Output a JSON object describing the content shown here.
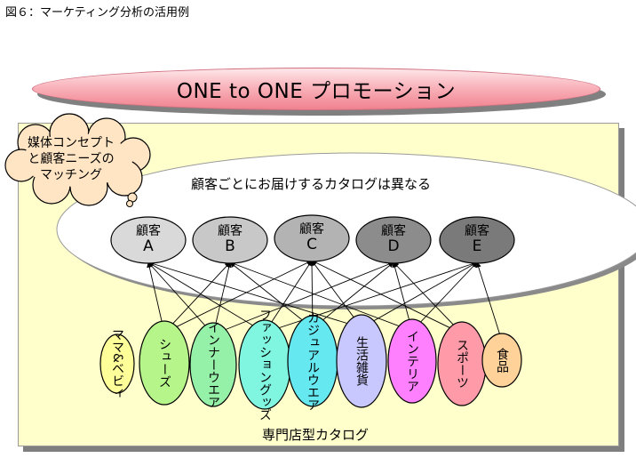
{
  "figure_title": "図６：マーケティング分析の活用例",
  "banner": "ONE to ONE プロモーション",
  "cloud": {
    "lines": [
      "媒体コンセプト",
      "と顧客ニーズの",
      "マッチング"
    ]
  },
  "oval_caption": "顧客ごとにお届けするカタログは異なる",
  "customers": [
    {
      "label": "顧客",
      "letter": "A"
    },
    {
      "label": "顧客",
      "letter": "B"
    },
    {
      "label": "顧客",
      "letter": "C"
    },
    {
      "label": "顧客",
      "letter": "D"
    },
    {
      "label": "顧客",
      "letter": "E"
    }
  ],
  "categories": [
    {
      "lines": [
        "ママ&",
        "ベビィ"
      ]
    },
    {
      "lines": [
        "シューズ"
      ]
    },
    {
      "lines": [
        "インナー",
        "ウエア"
      ]
    },
    {
      "lines": [
        "ファッション",
        "グッズ"
      ]
    },
    {
      "lines": [
        "カジュアル",
        "ウエア"
      ]
    },
    {
      "lines": [
        "生活雑貨"
      ]
    },
    {
      "lines": [
        "インテリア"
      ]
    },
    {
      "lines": [
        "スポーツ"
      ]
    },
    {
      "lines": [
        "食品"
      ]
    }
  ],
  "footer_caption": "専門店型カタログ",
  "colors": {
    "customer_fills": [
      "#d9d9d9",
      "#c8c8c8",
      "#b3b3b3",
      "#8c8c8c",
      "#7a7a7a"
    ],
    "category_fills": [
      "#ffff99",
      "#b6f58a",
      "#95f0a8",
      "#80f5e0",
      "#66e8f0",
      "#c8c8ff",
      "#ff80ff",
      "#ff9aa8",
      "#ffd29a"
    ]
  },
  "connections": [
    [
      1,
      0
    ],
    [
      1,
      1
    ],
    [
      1,
      2
    ],
    [
      2,
      0
    ],
    [
      2,
      1
    ],
    [
      2,
      3
    ],
    [
      3,
      0
    ],
    [
      3,
      2
    ],
    [
      3,
      4
    ],
    [
      4,
      1
    ],
    [
      4,
      2
    ],
    [
      4,
      3
    ],
    [
      5,
      0
    ],
    [
      5,
      2
    ],
    [
      5,
      4
    ],
    [
      6,
      1
    ],
    [
      6,
      3
    ],
    [
      6,
      4
    ],
    [
      7,
      2
    ],
    [
      7,
      3
    ],
    [
      8,
      4
    ]
  ]
}
